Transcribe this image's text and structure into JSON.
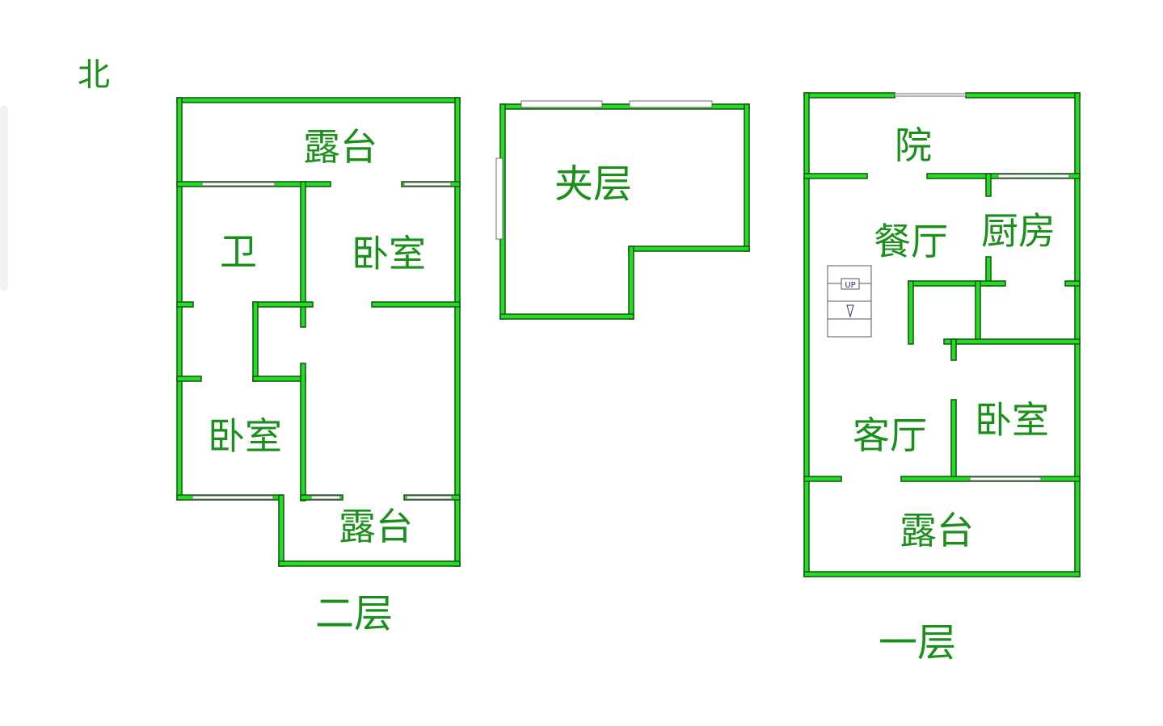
{
  "north_label": "北",
  "floor2": {
    "caption": "二层",
    "rooms": {
      "terrace_north": "露台",
      "bathroom": "卫",
      "bedroom_ne": "卧室",
      "bedroom_sw": "卧室",
      "terrace_south": "露台"
    }
  },
  "mezzanine": {
    "room": "夹层"
  },
  "floor1": {
    "caption": "一层",
    "rooms": {
      "yard": "院",
      "dining": "餐厅",
      "kitchen": "厨房",
      "living": "客厅",
      "bedroom": "卧室",
      "terrace": "露台"
    },
    "stair_label": "UP"
  },
  "colors": {
    "wall": "#22dd22",
    "wall_edge": "#1a5c1a",
    "label": "#1a8f1a"
  }
}
